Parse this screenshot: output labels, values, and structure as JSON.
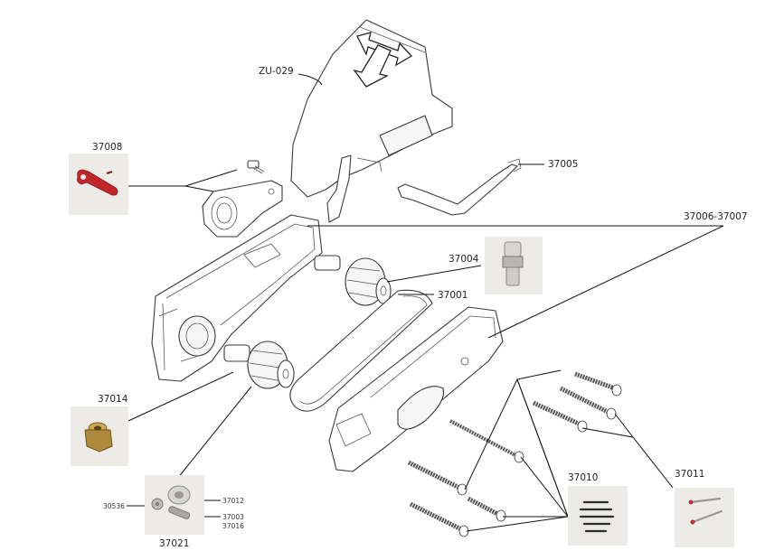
{
  "labels": {
    "zu029": "ZU-029",
    "p37008": "37008",
    "p37005": "37005",
    "p37006_37007": "37006-37007",
    "p37004": "37004",
    "p37001": "37001",
    "p37014": "37014",
    "p37010": "37010",
    "p37011": "37011",
    "p37021": "37021",
    "p30536": "30536",
    "p37012": "37012",
    "p37003": "37003",
    "p37016": "37016"
  },
  "colors": {
    "line": "#3a3a3a",
    "handle_red": "#c2262b",
    "brass": "#b08a3c",
    "photo_bg": "#ecebe8"
  }
}
